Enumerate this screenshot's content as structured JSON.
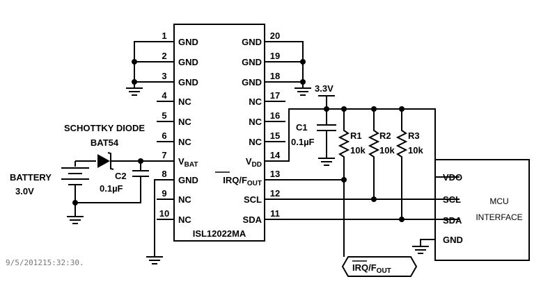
{
  "chip": {
    "name": "ISL12022MA",
    "left_pins": [
      {
        "num": "1",
        "name": "GND"
      },
      {
        "num": "2",
        "name": "GND"
      },
      {
        "num": "3",
        "name": "GND"
      },
      {
        "num": "4",
        "name": "NC"
      },
      {
        "num": "5",
        "name": "NC"
      },
      {
        "num": "6",
        "name": "NC"
      },
      {
        "num": "7",
        "name": "V",
        "sub": "BAT"
      },
      {
        "num": "8",
        "name": "GND"
      },
      {
        "num": "9",
        "name": "NC"
      },
      {
        "num": "10",
        "name": "NC"
      }
    ],
    "right_pins": [
      {
        "num": "20",
        "name": "GND"
      },
      {
        "num": "19",
        "name": "GND"
      },
      {
        "num": "18",
        "name": "GND"
      },
      {
        "num": "17",
        "name": "NC"
      },
      {
        "num": "16",
        "name": "NC"
      },
      {
        "num": "15",
        "name": "NC"
      },
      {
        "num": "14",
        "name": "V",
        "sub": "DD"
      },
      {
        "num": "13",
        "name": "IRQ/F",
        "sub": "OUT"
      },
      {
        "num": "12",
        "name": "SCL"
      },
      {
        "num": "11",
        "name": "SDA"
      }
    ]
  },
  "diode": {
    "line1": "SCHOTTKY DIODE",
    "line2": "BAT54"
  },
  "battery": {
    "line1": "BATTERY",
    "line2": "3.0V"
  },
  "c2": {
    "name": "C2",
    "value": "0.1µF"
  },
  "c1": {
    "name": "C1",
    "value": "0.1µF"
  },
  "supply": "3.3V",
  "resistors": [
    {
      "name": "R1",
      "value": "10k"
    },
    {
      "name": "R2",
      "value": "10k"
    },
    {
      "name": "R3",
      "value": "10k"
    }
  ],
  "mcu": {
    "title_line1": "MCU",
    "title_line2": "INTERFACE",
    "pins": [
      "VDO",
      "SCL",
      "SDA",
      "GND"
    ]
  },
  "irq_label": {
    "main": "IRQ/F",
    "sub": "OUT"
  },
  "timestamp": "9/5/201215:32:30."
}
